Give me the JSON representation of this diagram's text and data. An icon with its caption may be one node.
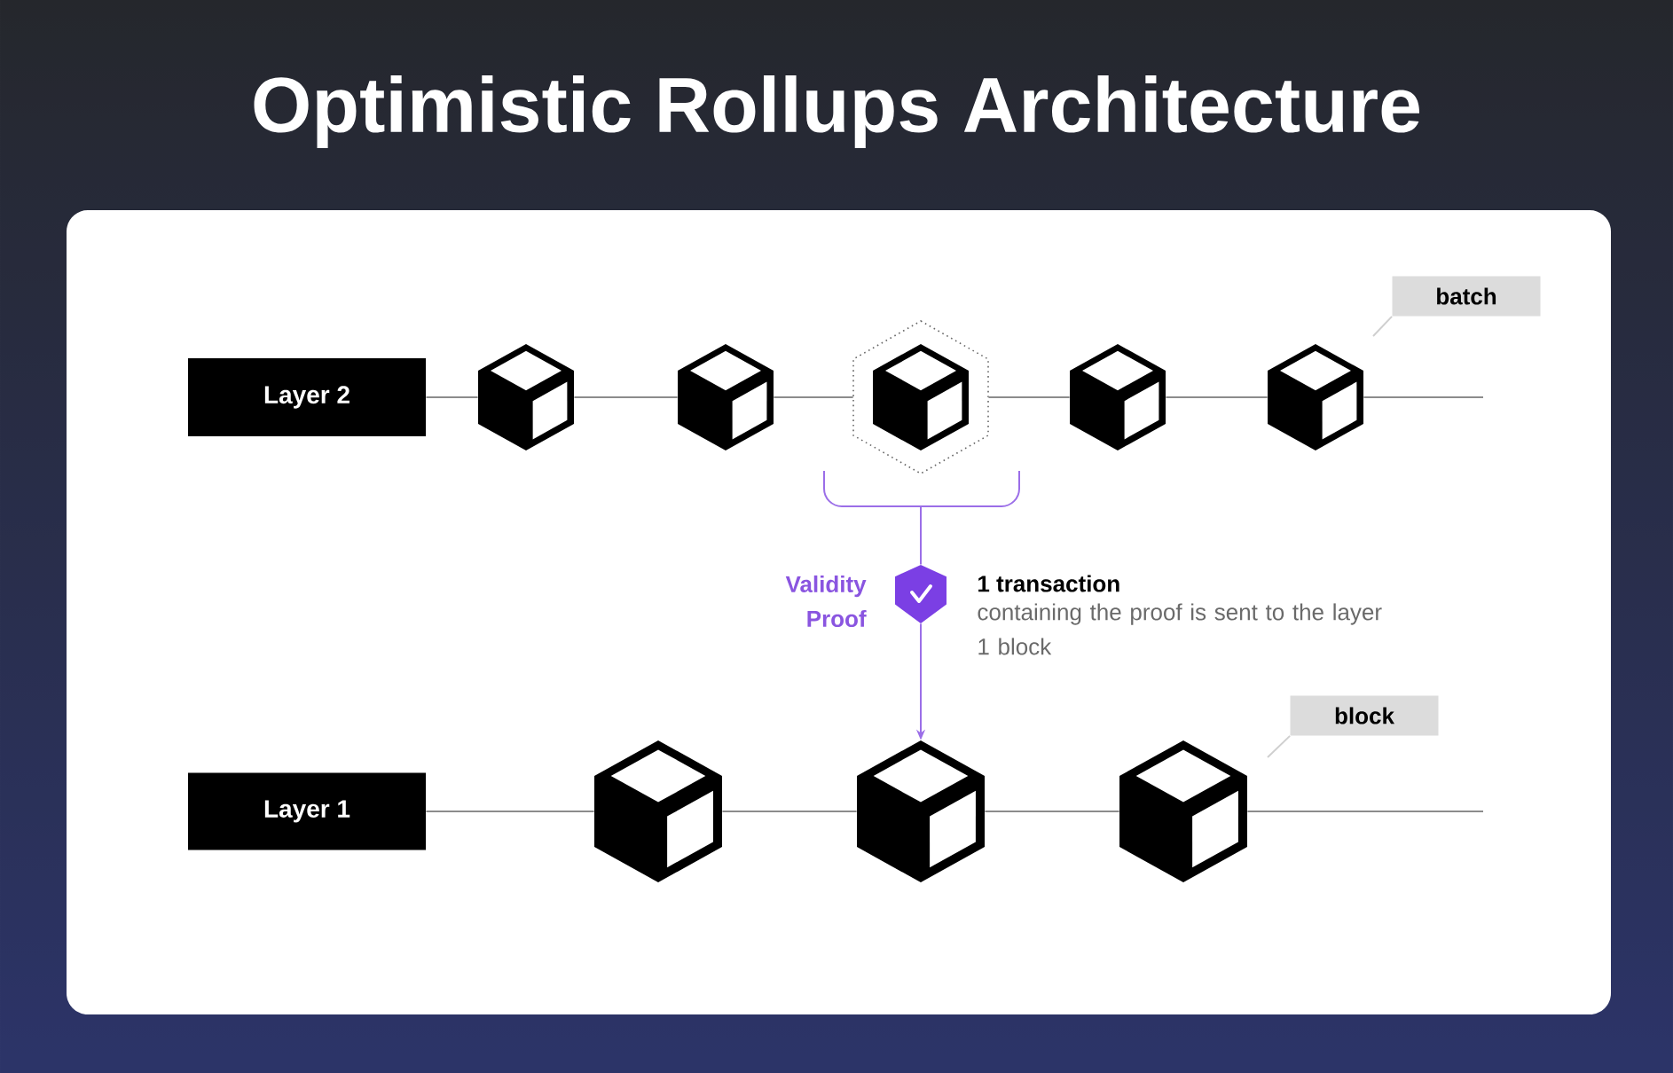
{
  "diagram": {
    "title": "Optimistic Rollups Architecture",
    "nodes": [
      {
        "text": [
          "Layer 2"
        ]
      },
      {
        "text": [],
        "shape": "cube"
      },
      {
        "text": [],
        "shape": "cube"
      },
      {
        "text": [],
        "shape": "cube"
      },
      {
        "text": [],
        "shape": "cube"
      },
      {
        "text": [],
        "shape": "cube"
      },
      {
        "text": [
          "Layer 1"
        ]
      },
      {
        "text": [],
        "shape": "cube"
      },
      {
        "text": [],
        "shape": "cube"
      },
      {
        "text": [],
        "shape": "cube"
      },
      {
        "text": [],
        "shape": "shield",
        "beside": [
          "Validity Proof",
          "1 transaction",
          "containing the proof is sent to the layer 1 block"
        ]
      },
      {
        "text": [
          "batch"
        ]
      },
      {
        "text": [
          "block"
        ]
      }
    ],
    "edges": [
      {
        "from": 0,
        "to": 1,
        "arrow": "none"
      },
      {
        "from": 1,
        "to": 2,
        "arrow": "none"
      },
      {
        "from": 2,
        "to": 3,
        "arrow": "none"
      },
      {
        "from": 3,
        "to": 4,
        "arrow": "none"
      },
      {
        "from": 4,
        "to": 5,
        "arrow": "none"
      },
      {
        "from": 5,
        "to": null,
        "arrow": "none"
      },
      {
        "from": 6,
        "to": 7,
        "arrow": "none"
      },
      {
        "from": 7,
        "to": 8,
        "arrow": "none"
      },
      {
        "from": 8,
        "to": 9,
        "arrow": "none"
      },
      {
        "from": 9,
        "to": null,
        "arrow": "none"
      },
      {
        "from": 3,
        "to": 10,
        "arrow": "none",
        "color": "#9b6ee8"
      },
      {
        "from": 10,
        "to": 8,
        "arrow": "to",
        "color": "#9b6ee8"
      },
      {
        "from": 11,
        "to": null,
        "arrow": "none",
        "color": "#cfcfcf"
      },
      {
        "from": 12,
        "to": null,
        "arrow": "none",
        "color": "#cfcfcf"
      }
    ]
  }
}
